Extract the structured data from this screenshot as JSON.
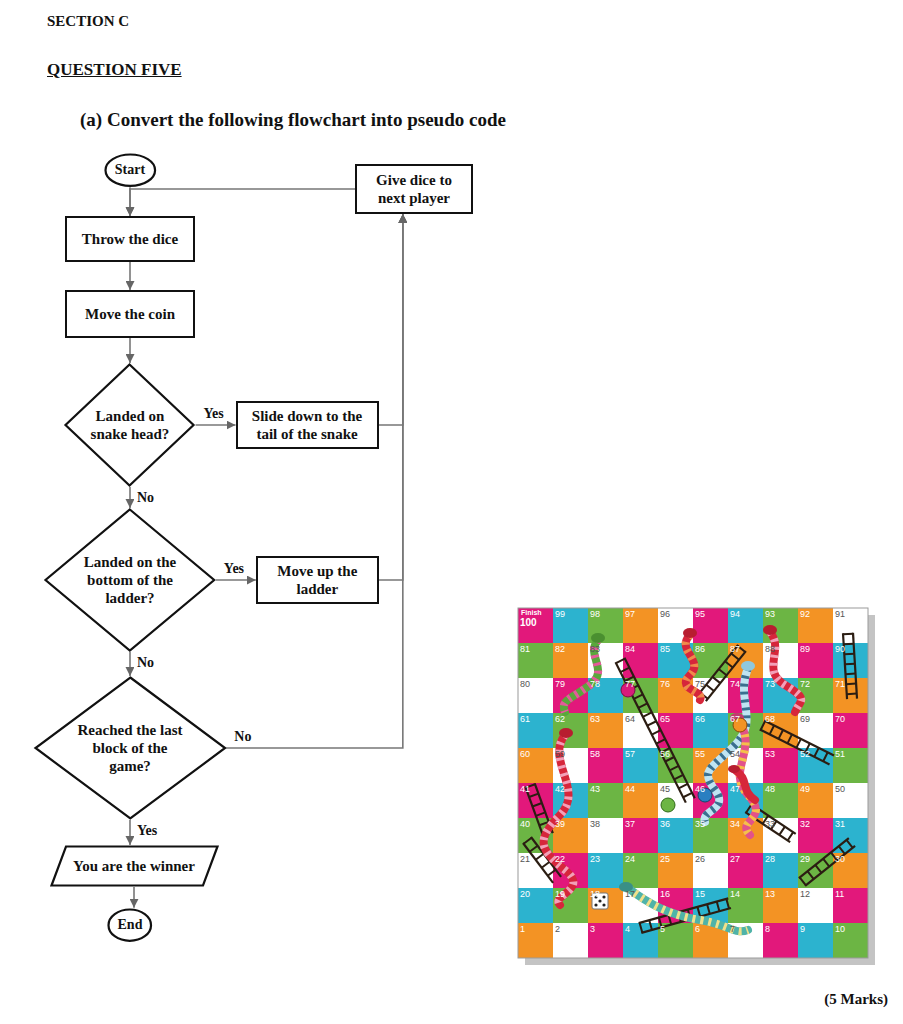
{
  "diagram": {
    "nodes": [
      {
        "text": [
          "Start"
        ]
      },
      {
        "text": [
          "Give dice to next player"
        ]
      },
      {
        "text": [
          "Throw the dice"
        ]
      },
      {
        "text": [
          "Move the coin"
        ]
      },
      {
        "text": [
          "Landed on snake head?"
        ]
      },
      {
        "text": [
          "Slide down to the tail of the snake"
        ]
      },
      {
        "text": [
          "Landed on the bottom of the ladder?"
        ]
      },
      {
        "text": [
          "Move up the ladder"
        ]
      },
      {
        "text": [
          "Reached the last block of the game?"
        ]
      },
      {
        "text": [
          "You are the winner"
        ]
      },
      {
        "text": [
          "End"
        ]
      }
    ],
    "edges": [
      {
        "from": 0,
        "to": 2,
        "arrow": "to"
      },
      {
        "from": 1,
        "to": 2,
        "arrow": "to"
      },
      {
        "from": 2,
        "to": 3,
        "arrow": "to"
      },
      {
        "from": 3,
        "to": 4,
        "arrow": "to"
      },
      {
        "from": 4,
        "to": 5,
        "label": "Yes",
        "arrow": "to"
      },
      {
        "from": 4,
        "to": 6,
        "label": "No",
        "arrow": "to"
      },
      {
        "from": 5,
        "to": 1,
        "arrow": "to"
      },
      {
        "from": 6,
        "to": 7,
        "label": "Yes",
        "arrow": "to"
      },
      {
        "from": 6,
        "to": 8,
        "label": "No",
        "arrow": "to"
      },
      {
        "from": 7,
        "to": 1,
        "arrow": "to"
      },
      {
        "from": 8,
        "to": 9,
        "label": "Yes",
        "arrow": "to"
      },
      {
        "from": 8,
        "to": 1,
        "label": "No",
        "arrow": "to"
      },
      {
        "from": 9,
        "to": 10,
        "arrow": "to"
      }
    ],
    "labels": [
      "SECTION C",
      "QUESTION FIVE",
      "(a) Convert the following flowchart into pseudo code",
      "Finish",
      "100",
      "99",
      "98",
      "97",
      "96",
      "95",
      "94",
      "93",
      "92",
      "91",
      "81",
      "82",
      "83",
      "84",
      "85",
      "86",
      "87",
      "88",
      "89",
      "90",
      "80",
      "79",
      "78",
      "77",
      "76",
      "75",
      "74",
      "73",
      "72",
      "71",
      "61",
      "62",
      "63",
      "64",
      "65",
      "66",
      "67",
      "68",
      "69",
      "70",
      "60",
      "59",
      "58",
      "57",
      "56",
      "55",
      "54",
      "53",
      "52",
      "51",
      "41",
      "42",
      "43",
      "44",
      "45",
      "46",
      "47",
      "48",
      "49",
      "50",
      "40",
      "39",
      "38",
      "37",
      "36",
      "35",
      "34",
      "33",
      "32",
      "31",
      "21",
      "22",
      "23",
      "24",
      "25",
      "26",
      "27",
      "28",
      "29",
      "30",
      "20",
      "19",
      "18",
      "17",
      "16",
      "15",
      "14",
      "13",
      "12",
      "11",
      "1",
      "2",
      "3",
      "4",
      "5",
      "6",
      "7",
      "8",
      "9",
      "10",
      "(5 Marks)"
    ]
  }
}
